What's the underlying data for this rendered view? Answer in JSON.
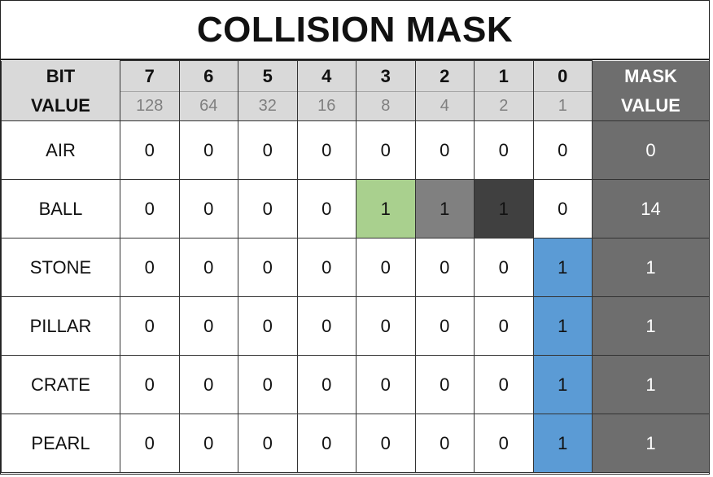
{
  "title": "COLLISION MASK",
  "header": {
    "label_top": "BIT",
    "label_bottom": "VALUE",
    "bits": [
      "7",
      "6",
      "5",
      "4",
      "3",
      "2",
      "1",
      "0"
    ],
    "values": [
      "128",
      "64",
      "32",
      "16",
      "8",
      "4",
      "2",
      "1"
    ],
    "mask_top": "MASK",
    "mask_bottom": "VALUE"
  },
  "colors": {
    "header_bg": "#d9d9d9",
    "mask_bg": "#6e6e6e",
    "green": "#a9d08e",
    "grey": "#808080",
    "dark": "#404040",
    "blue": "#5b9bd5"
  },
  "rows": [
    {
      "name": "AIR",
      "bits": [
        "0",
        "0",
        "0",
        "0",
        "0",
        "0",
        "0",
        "0"
      ],
      "mask": "0"
    },
    {
      "name": "BALL",
      "bits": [
        "0",
        "0",
        "0",
        "0",
        "1",
        "1",
        "1",
        "0"
      ],
      "mask": "14"
    },
    {
      "name": "STONE",
      "bits": [
        "0",
        "0",
        "0",
        "0",
        "0",
        "0",
        "0",
        "1"
      ],
      "mask": "1"
    },
    {
      "name": "PILLAR",
      "bits": [
        "0",
        "0",
        "0",
        "0",
        "0",
        "0",
        "0",
        "1"
      ],
      "mask": "1"
    },
    {
      "name": "CRATE",
      "bits": [
        "0",
        "0",
        "0",
        "0",
        "0",
        "0",
        "0",
        "1"
      ],
      "mask": "1"
    },
    {
      "name": "PEARL",
      "bits": [
        "0",
        "0",
        "0",
        "0",
        "0",
        "0",
        "0",
        "1"
      ],
      "mask": "1"
    }
  ],
  "highlights": {
    "1": {
      "4": "green",
      "5": "grey",
      "6": "dark"
    },
    "2": {
      "7": "blue"
    },
    "3": {
      "7": "blue"
    },
    "4": {
      "7": "blue"
    },
    "5": {
      "7": "blue"
    }
  }
}
